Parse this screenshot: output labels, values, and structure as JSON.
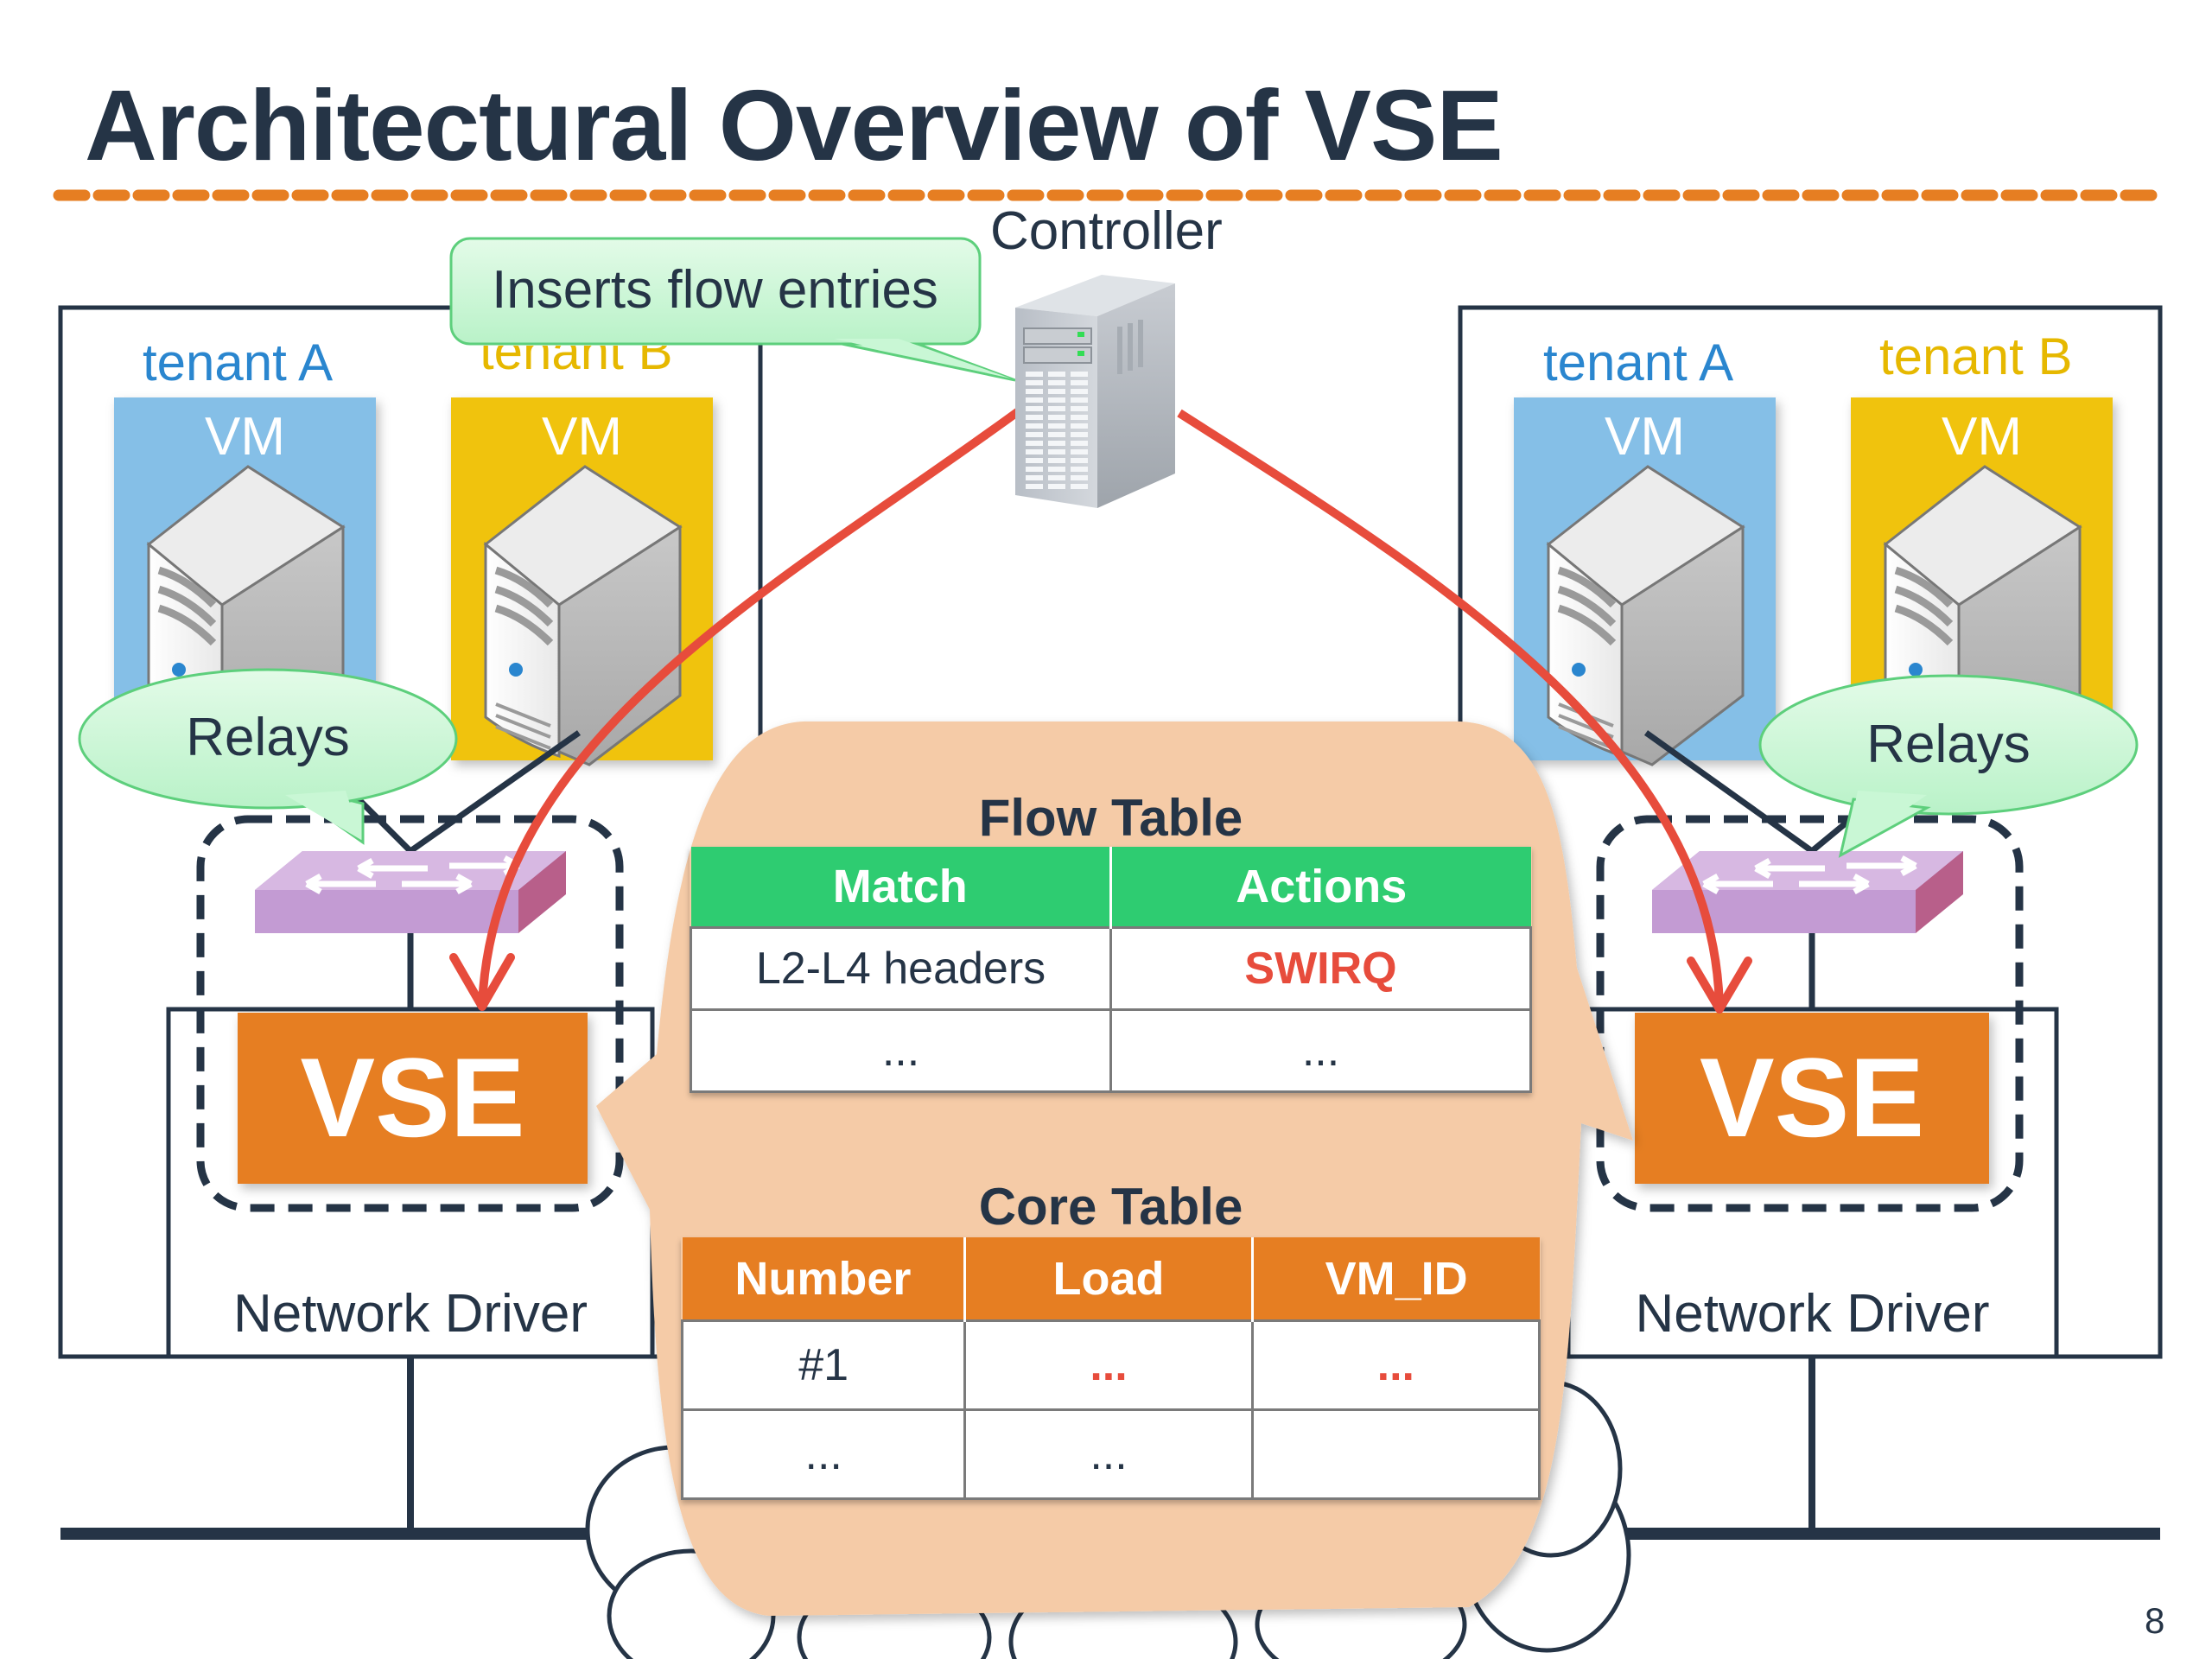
{
  "slide": {
    "title": "Architectural Overview of VSE",
    "page_number": "8",
    "colors": {
      "title": "#253446",
      "divider": "#e67e22",
      "tenant_a": "#2a86cf",
      "tenant_a_fill": "#85bfe7",
      "tenant_b": "#e6b800",
      "tenant_b_fill": "#f0c30f",
      "vse": "#e67e22",
      "arrow": "#e74c3c",
      "flow_header": "#2ecc71",
      "core_header": "#e67e22",
      "callout": "#f5cba7",
      "bubble": "#c9f7d5",
      "switch": "#c39bd3"
    }
  },
  "controller": {
    "label": "Controller",
    "icon": "server-tower-icon"
  },
  "callouts": {
    "inserts": "Inserts flow entries",
    "relays_left": "Relays",
    "relays_right": "Relays"
  },
  "hosts": [
    {
      "tenants": [
        {
          "label": "tenant A",
          "vm": "VM"
        },
        {
          "label": "tenant B",
          "vm": "VM"
        }
      ],
      "vse": "VSE",
      "driver": "Network Driver"
    },
    {
      "tenants": [
        {
          "label": "tenant A",
          "vm": "VM"
        },
        {
          "label": "tenant B",
          "vm": "VM"
        }
      ],
      "vse": "VSE",
      "driver": "Network Driver"
    }
  ],
  "flow_table": {
    "title": "Flow Table",
    "headers": [
      "Match",
      "Actions"
    ],
    "rows": [
      [
        "L2-L4 headers",
        "SWIRQ"
      ],
      [
        "...",
        "..."
      ]
    ]
  },
  "core_table": {
    "title": "Core Table",
    "headers": [
      "Number",
      "Load",
      "VM_ID"
    ],
    "rows": [
      [
        "#1",
        "...",
        "..."
      ],
      [
        "...",
        "...",
        ""
      ]
    ]
  }
}
